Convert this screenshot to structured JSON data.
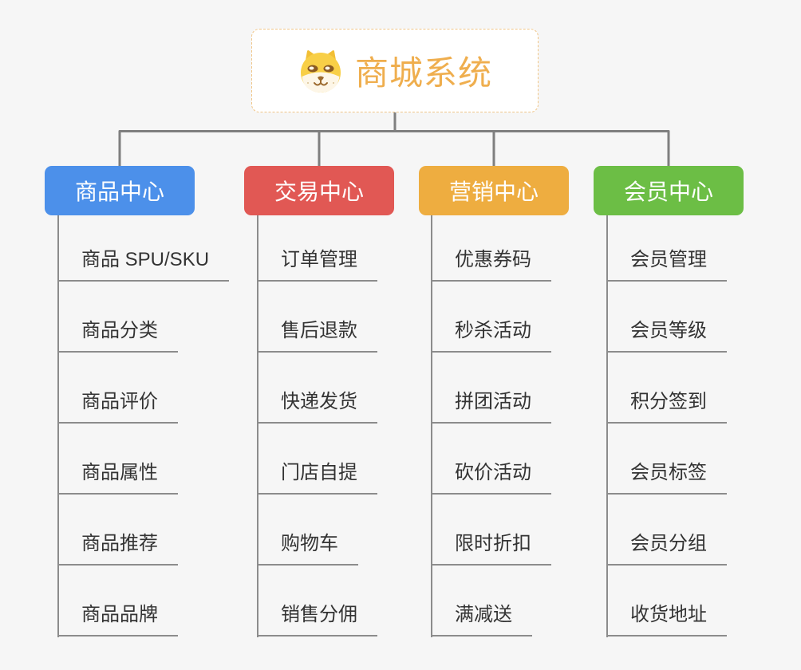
{
  "root": {
    "title": "商城系统",
    "icon": "dog-face-icon"
  },
  "colors": {
    "background": "#f6f6f6",
    "root_text": "#efae4e",
    "root_border": "#f0c587",
    "connector": "#7f7f7f",
    "leaf_line": "#8c8c8c",
    "leaf_text": "#333333",
    "branch_text": "#ffffff"
  },
  "branches": [
    {
      "label": "商品中心",
      "color": "#4c90ea",
      "children": [
        "商品 SPU/SKU",
        "商品分类",
        "商品评价",
        "商品属性",
        "商品推荐",
        "商品品牌"
      ]
    },
    {
      "label": "交易中心",
      "color": "#e15854",
      "children": [
        "订单管理",
        "售后退款",
        "快递发货",
        "门店自提",
        "购物车",
        "销售分佣"
      ]
    },
    {
      "label": "营销中心",
      "color": "#eead40",
      "children": [
        "优惠券码",
        "秒杀活动",
        "拼团活动",
        "砍价活动",
        "限时折扣",
        "满减送"
      ]
    },
    {
      "label": "会员中心",
      "color": "#6cbe45",
      "children": [
        "会员管理",
        "会员等级",
        "积分签到",
        "会员标签",
        "会员分组",
        "收货地址"
      ]
    }
  ]
}
